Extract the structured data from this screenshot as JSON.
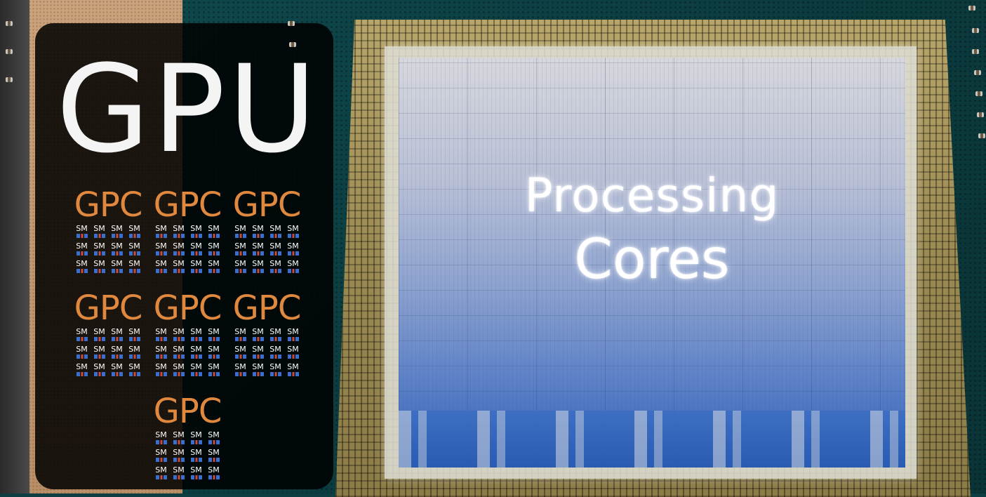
{
  "panel": {
    "title": "GPU",
    "gpc_label": "GPC",
    "sm_label": "SM",
    "sm_per_gpc": 12,
    "gpc_count": 7,
    "colors": {
      "gpc": "#e1883f",
      "title": "#f4f4f4",
      "sm": "#ffffff"
    }
  },
  "die": {
    "label_line1": "Processing",
    "label_line2": "Cores"
  }
}
